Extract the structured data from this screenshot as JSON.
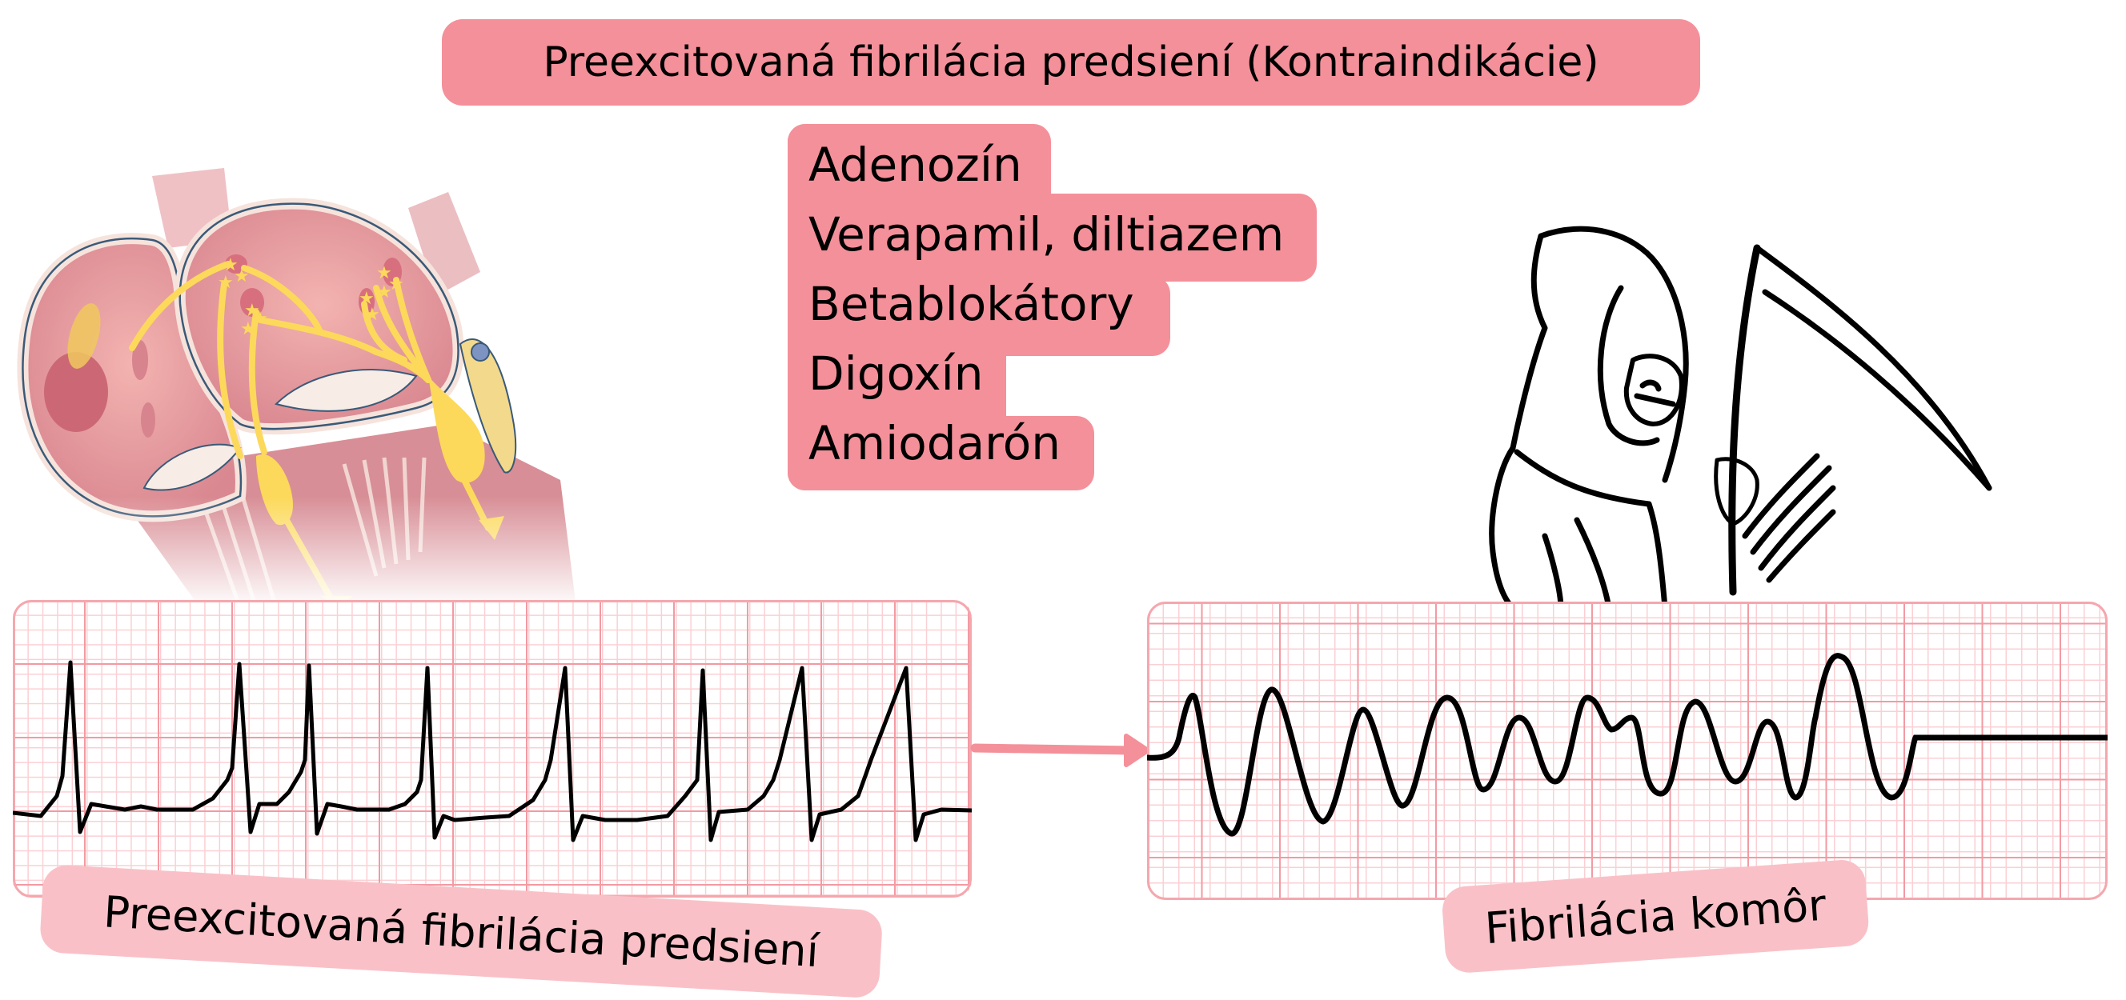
{
  "title": "Preexcitovaná fibrilácia predsieni (Kontraindikácie)",
  "contraindications": {
    "heading_ref": "Preexcitovaná fibrilácia predsiení (Kontraindikácie)",
    "drugs": [
      "Adenozín",
      "Verapamil, diltiazem",
      "Betablokátory",
      "Digoxín",
      "Amiodarón"
    ]
  },
  "illustrations": {
    "heart": "heart-conduction-illustration",
    "reaper": "grim-reaper-illustration"
  },
  "ecg_left": {
    "label": "Preexcitovaná fibrilácia predsiení",
    "rhythm": "irregular wide QRS tachycardia"
  },
  "ecg_right": {
    "label": "Fibrilácia komôr",
    "rhythm": "ventricular fibrillation"
  },
  "colors": {
    "box_pink": "#f4909a",
    "label_pink": "#f9c1c7",
    "grid_major": "#f39aa2",
    "grid_minor": "#fbd0d4",
    "trace": "#000000",
    "conduction_yellow": "#fcd95a"
  }
}
